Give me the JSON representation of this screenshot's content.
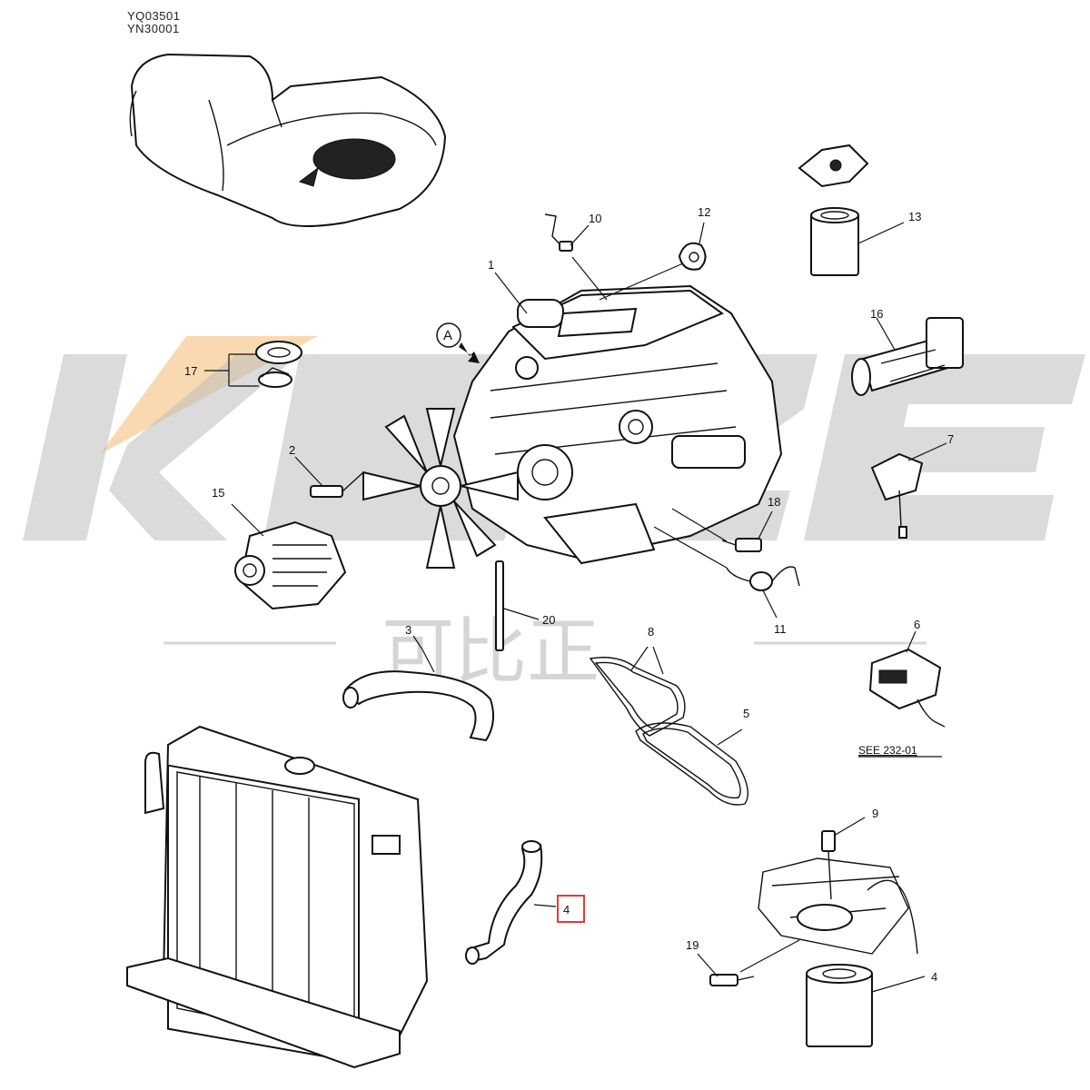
{
  "serials": [
    "YQ03501",
    "YN30001"
  ],
  "view_marker": "A",
  "reference_note": "SEE 232-01",
  "watermark": {
    "latin": "KBZE",
    "chinese": "可比正",
    "accent_color": "#f7c98f",
    "grey_color": "#bdbdbd"
  },
  "highlight_color": "#e53935",
  "callouts": {
    "c1": "1",
    "c2": "2",
    "c3": "3",
    "c4": "4",
    "c5": "5",
    "c6": "6",
    "c7": "7",
    "c8": "8",
    "c9": "9",
    "c10": "10",
    "c11": "11",
    "c12": "12",
    "c13": "13",
    "c14": "4",
    "c15": "15",
    "c16": "16",
    "c17": "17",
    "c18": "18",
    "c19": "19",
    "c20": "20"
  }
}
